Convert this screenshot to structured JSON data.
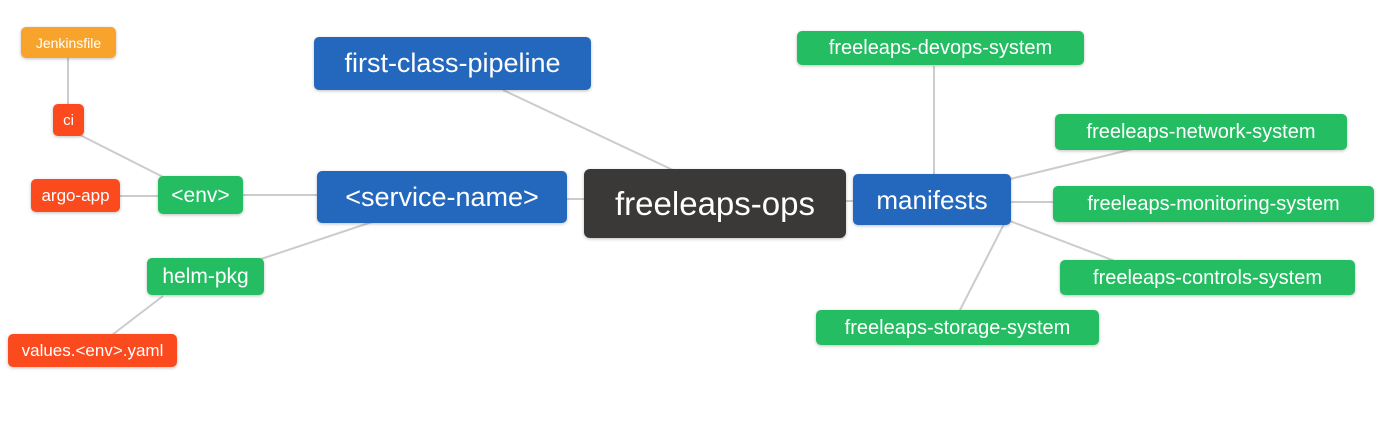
{
  "palette": {
    "blue": "#2368bc",
    "green": "#25bd62",
    "red": "#fb4a1e",
    "orange": "#f8a42c",
    "dark": "#3b3838",
    "edge": "#cccccc",
    "text": "#ffffff",
    "background": "#ffffff"
  },
  "mindmap": {
    "nodes": {
      "root": {
        "label": "freeleaps-ops",
        "color": "dark"
      },
      "fcp": {
        "label": "first-class-pipeline",
        "color": "blue"
      },
      "service": {
        "label": "<service-name>",
        "color": "blue"
      },
      "manifests": {
        "label": "manifests",
        "color": "blue"
      },
      "env": {
        "label": "<env>",
        "color": "green"
      },
      "helm": {
        "label": "helm-pkg",
        "color": "green"
      },
      "ci": {
        "label": "ci",
        "color": "red"
      },
      "argo_app": {
        "label": "argo-app",
        "color": "red"
      },
      "values": {
        "label": "values.<env>.yaml",
        "color": "red"
      },
      "jenkinsfile": {
        "label": "Jenkinsfile",
        "color": "orange"
      },
      "devops": {
        "label": "freeleaps-devops-system",
        "color": "green"
      },
      "network": {
        "label": "freeleaps-network-system",
        "color": "green"
      },
      "monitoring": {
        "label": "freeleaps-monitoring-system",
        "color": "green"
      },
      "controls": {
        "label": "freeleaps-controls-system",
        "color": "green"
      },
      "storage": {
        "label": "freeleaps-storage-system",
        "color": "green"
      }
    },
    "edges": [
      {
        "from": "jenkinsfile",
        "to": "ci"
      },
      {
        "from": "ci",
        "to": "env"
      },
      {
        "from": "argo_app",
        "to": "env"
      },
      {
        "from": "env",
        "to": "service"
      },
      {
        "from": "helm",
        "to": "service"
      },
      {
        "from": "values",
        "to": "helm"
      },
      {
        "from": "fcp",
        "to": "root"
      },
      {
        "from": "service",
        "to": "root"
      },
      {
        "from": "root",
        "to": "manifests"
      },
      {
        "from": "manifests",
        "to": "devops"
      },
      {
        "from": "manifests",
        "to": "network"
      },
      {
        "from": "manifests",
        "to": "monitoring"
      },
      {
        "from": "manifests",
        "to": "controls"
      },
      {
        "from": "manifests",
        "to": "storage"
      }
    ]
  }
}
